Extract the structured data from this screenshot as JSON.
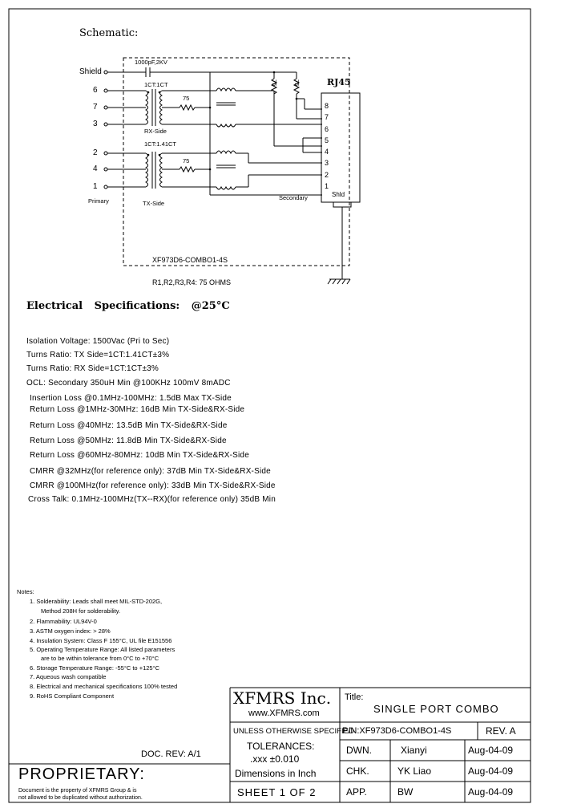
{
  "schematic": {
    "heading": "Schematic:",
    "shield_label": "Shield",
    "pins": [
      "6",
      "7",
      "3",
      "2",
      "4",
      "1"
    ],
    "capacitor": "1000pF,2KV",
    "rx_ratio": "1CT:1CT",
    "tx_ratio": "1CT:1.41CT",
    "resistor": "75",
    "rx_side": "RX-Side",
    "tx_side": "TX-Side",
    "primary": "Primary",
    "secondary": "Secondary",
    "rj45": "RJ45",
    "rj45_pins": [
      "8",
      "7",
      "6",
      "5",
      "4",
      "3",
      "2",
      "1"
    ],
    "shld": "Shld",
    "module_pn": "XF973D6-COMBO1-4S",
    "resistor_note": "R1,R2,R3,R4: 75 OHMS"
  },
  "specs": {
    "heading": "Electrical Specifications: @25°C",
    "items": [
      "Isolation Voltage:  1500Vac (Pri to Sec)",
      "Turns Ratio: TX Side=1CT:1.41CT±3%",
      "Turns Ratio: RX Side=1CT:1CT±3%",
      "OCL: Secondary 350uH Min @100KHz 100mV 8mADC",
      "Insertion Loss @0.1MHz-100MHz: 1.5dB Max  TX-Side",
      "Return Loss @1MHz-30MHz: 16dB Min  TX-Side&RX-Side",
      "Return Loss @40MHz: 13.5dB Min  TX-Side&RX-Side",
      "Return Loss @50MHz: 11.8dB Min  TX-Side&RX-Side",
      "Return Loss @60MHz-80MHz: 10dB Min  TX-Side&RX-Side",
      "CMRR @32MHz(for reference only): 37dB Min  TX-Side&RX-Side",
      "CMRR @100MHz(for reference only): 33dB Min  TX-Side&RX-Side",
      "Cross Talk: 0.1MHz-100MHz(TX--RX)(for reference only)  35dB Min"
    ]
  },
  "notes": {
    "heading": "Notes:",
    "items": [
      "1. Solderability: Leads shall meet MIL-STD-202G,",
      "Method 208H for solderability.",
      "2. Flammability: UL94V-0",
      "3. ASTM oxygen index: > 28%",
      "4. Insulation System: Class F 155°C, UL file E151556",
      "5. Operating Temperature Range: All listed parameters",
      "are to be within tolerance from 0°C to +70°C",
      "6. Storage Temperature Range: -55°C to +125°C",
      "7. Aqueous wash compatible",
      "8. Electrical and mechanical specifications 100% tested",
      "9. RoHS Compliant Component"
    ]
  },
  "footer": {
    "doc_rev": "DOC. REV: A/1",
    "proprietary": "PROPRIETARY:",
    "notice_line1": "Document is the property of XFMRS Group & is",
    "notice_line2": "not allowed to be duplicated without authorization."
  },
  "titleblock": {
    "company": "XFMRS Inc.",
    "website": "www.XFMRS.com",
    "title_label": "Title:",
    "title_value": "SINGLE PORT COMBO",
    "unless": "UNLESS OTHERWISE SPECIFIED",
    "tolerances": "TOLERANCES:",
    "tol_value": ".xxx  ±0.010",
    "dimensions": "Dimensions in Inch",
    "sheet": "SHEET 1 OF 2",
    "part_number": "P/N:XF973D6-COMBO1-4S",
    "rev": "REV. A",
    "rows": [
      {
        "label": "DWN.",
        "name": "Xianyi",
        "date": "Aug-04-09"
      },
      {
        "label": "CHK.",
        "name": "YK Liao",
        "date": "Aug-04-09"
      },
      {
        "label": "APP.",
        "name": "BW",
        "date": "Aug-04-09"
      }
    ]
  }
}
